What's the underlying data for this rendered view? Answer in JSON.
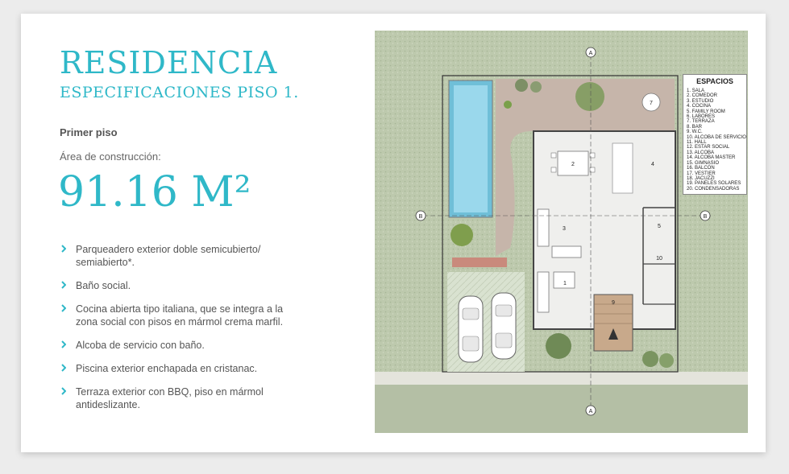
{
  "header": {
    "title": "RESIDENCIA",
    "subtitle": "ESPECIFICACIONES PISO 1."
  },
  "floor_label": "Primer piso",
  "area_label": "Área de construcción:",
  "area_value": "91.16 M²",
  "features": [
    "Parqueadero exterior doble semicubierto/ semiabierto*.",
    "Baño social.",
    "Cocina abierta tipo italiana, que se integra a la zona social con pisos en mármol crema marfil.",
    "Alcoba de servicio con baño.",
    "Piscina exterior enchapada en cristanac.",
    "Terraza exterior con BBQ, piso en mármol antideslizante."
  ],
  "plan": {
    "legend_title": "ESPACIOS",
    "legend_items": [
      "1. SALA",
      "2. COMEDOR",
      "3. ESTUDIO",
      "4. COCINA",
      "5. FAMILY ROOM",
      "6. LABORES",
      "7. TERRAZA",
      "8. BAR",
      "9. W.C.",
      "10. ALCOBA DE SERVICIO",
      "11. HALL",
      "12. ESTAR SOCIAL",
      "13. ALCOBA",
      "14. ALCOBA MASTER",
      "15. GIMNASIO",
      "16. BALCÓN",
      "17. VESTIER",
      "18. JACUZZI",
      "19. PANELES SOLARES",
      "20. CONDENSADORAS"
    ],
    "room_numbers": [
      "1",
      "2",
      "3",
      "4",
      "5",
      "7",
      "9",
      "10"
    ],
    "section_markers": [
      "A",
      "A",
      "B",
      "B"
    ]
  },
  "colors": {
    "accent": "#2fb8c8",
    "grass": "#b9c6a8",
    "deck": "#c8b7ac",
    "pool": "#8fd3e8",
    "floor": "#efefed"
  }
}
